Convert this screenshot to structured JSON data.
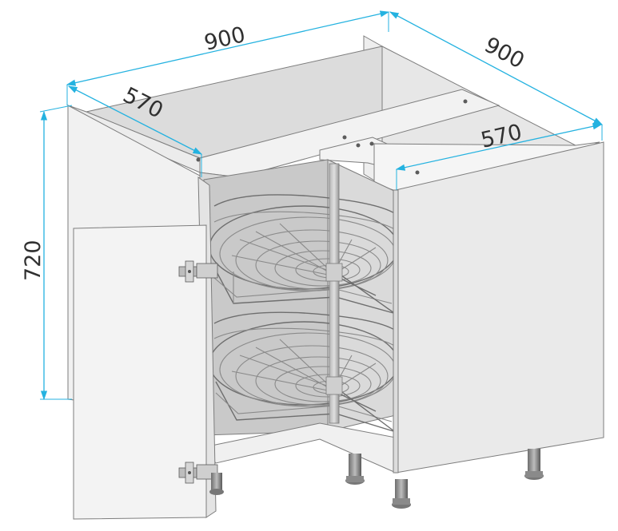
{
  "dimensions": {
    "width_front_left": "900",
    "width_right": "900",
    "depth_left": "570",
    "depth_right": "570",
    "height": "720"
  },
  "colors": {
    "dimension_line": "#24b2e0",
    "panel_light": "#f4f4f4",
    "panel_mid": "#e6e6e6",
    "panel_dark": "#d4d4d4",
    "wire": "#8a8a8a",
    "text": "#303030"
  },
  "components": {
    "baskets": "rotating-wire-basket-x2",
    "hinges": "hinge-x2",
    "legs": "adjustable-leg-x4"
  }
}
